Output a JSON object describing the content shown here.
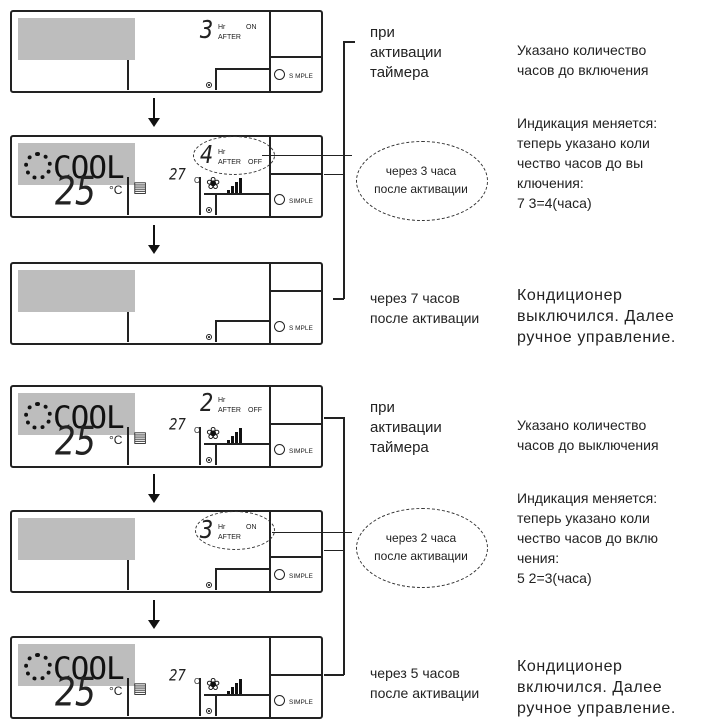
{
  "diagrams": [
    {
      "panels": [
        {
          "mode": "",
          "hours": "3",
          "status": "ON",
          "after": "AFTER",
          "hr": "Hr",
          "simple": "S MPLE",
          "set_temp": "",
          "room_temp": ""
        },
        {
          "mode": "COOL",
          "hours": "4",
          "status": "OFF",
          "after": "AFTER",
          "hr": "Hr",
          "simple": "SIMPLE",
          "set_temp": "25",
          "room_temp": "27"
        },
        {
          "mode": "",
          "hours": "",
          "status": "",
          "after": "",
          "hr": "",
          "simple": "S MPLE",
          "set_temp": "",
          "room_temp": ""
        }
      ],
      "step1_label": "при\nактивации\nтаймера",
      "step1_desc": "Указано количество\nчасов до включения",
      "step2_label": "через 3 часа\nпосле активации",
      "step2_desc": "Индикация меняется:\nтеперь указано коли\nчество часов до вы\nключения:\n7 3=4(часа)",
      "step3_label": "через 7 часов\nпосле активации",
      "step3_desc": "Кондиционер\nвыключился. Далее\nручное управление."
    },
    {
      "panels": [
        {
          "mode": "COOL",
          "hours": "2",
          "status": "OFF",
          "after": "AFTER",
          "hr": "Hr",
          "simple": "SIMPLE",
          "set_temp": "25",
          "room_temp": "27"
        },
        {
          "mode": "",
          "hours": "3",
          "status": "ON",
          "after": "AFTER",
          "hr": "Hr",
          "simple": "SIMPLE",
          "set_temp": "",
          "room_temp": ""
        },
        {
          "mode": "COOL",
          "hours": "",
          "status": "",
          "after": "",
          "hr": "",
          "simple": "SIMPLE",
          "set_temp": "25",
          "room_temp": "27"
        }
      ],
      "step1_label": "при\nактивации\nтаймера",
      "step1_desc": "Указано количество\nчасов до выключения",
      "step2_label": "через 2 часа\nпосле активации",
      "step2_desc": "Индикация меняется:\nтеперь указано коли\nчество часов до вклю\nчения:\n5 2=3(часа)",
      "step3_label": "через 5 часов\nпосле активации",
      "step3_desc": "Кондиционер\nвключился. Далее\nручное управление."
    }
  ],
  "units": {
    "celsius": "°C",
    "c": "C"
  }
}
